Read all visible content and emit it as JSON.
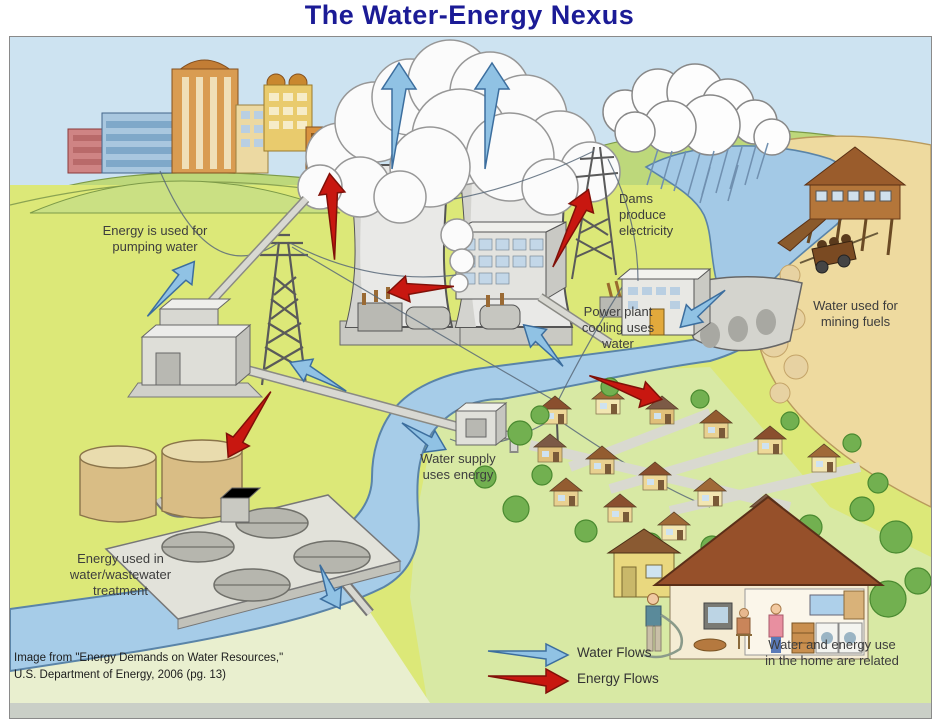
{
  "title": "The Water-Energy Nexus",
  "labels": {
    "pumping": "Energy is used for\npumping water",
    "dams": "Dams\nproduce\nelectricity",
    "cooling": "Power plant\ncooling uses\nwater",
    "mining": "Water used for\nmining fuels",
    "supply": "Water supply\nuses energy",
    "treatment": "Energy used in\nwater/wastewater\ntreatment",
    "home": "Water and energy use\nin the home are related"
  },
  "legend": {
    "water_label": "Water Flows",
    "energy_label": "Energy Flows"
  },
  "attribution": {
    "line1": "Image from \"Energy Demands on Water Resources,\"",
    "line2": "U.S. Department of Energy, 2006 (pg. 13)"
  },
  "colors": {
    "title": "#1b1b96",
    "water_flow_arrow": "#90c2e4",
    "energy_flow_arrow": "#c81710",
    "river": "#a6cce8",
    "sky": "#cde3f1"
  }
}
